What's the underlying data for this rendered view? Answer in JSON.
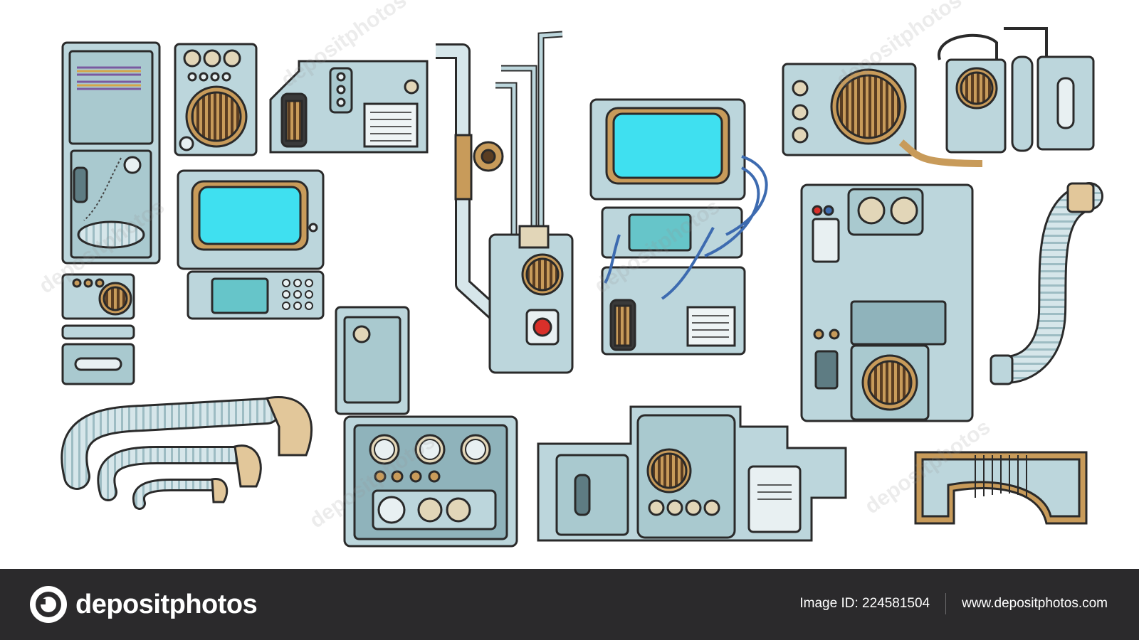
{
  "colors": {
    "panel": "#bcd6dc",
    "panel_dark": "#8fb3bb",
    "outline": "#2a2a2a",
    "screen": "#3fe0f0",
    "screen_dark": "#66c5c9",
    "brass": "#c89b5a",
    "grille": "#5a3d22",
    "red": "#d9302a",
    "footer_bg": "#2b2a2c"
  },
  "watermark": "depositphotos",
  "footer": {
    "logo_text": "depositphotos",
    "image_id": "Image ID: 224581504",
    "site": "www.depositphotos.com"
  }
}
